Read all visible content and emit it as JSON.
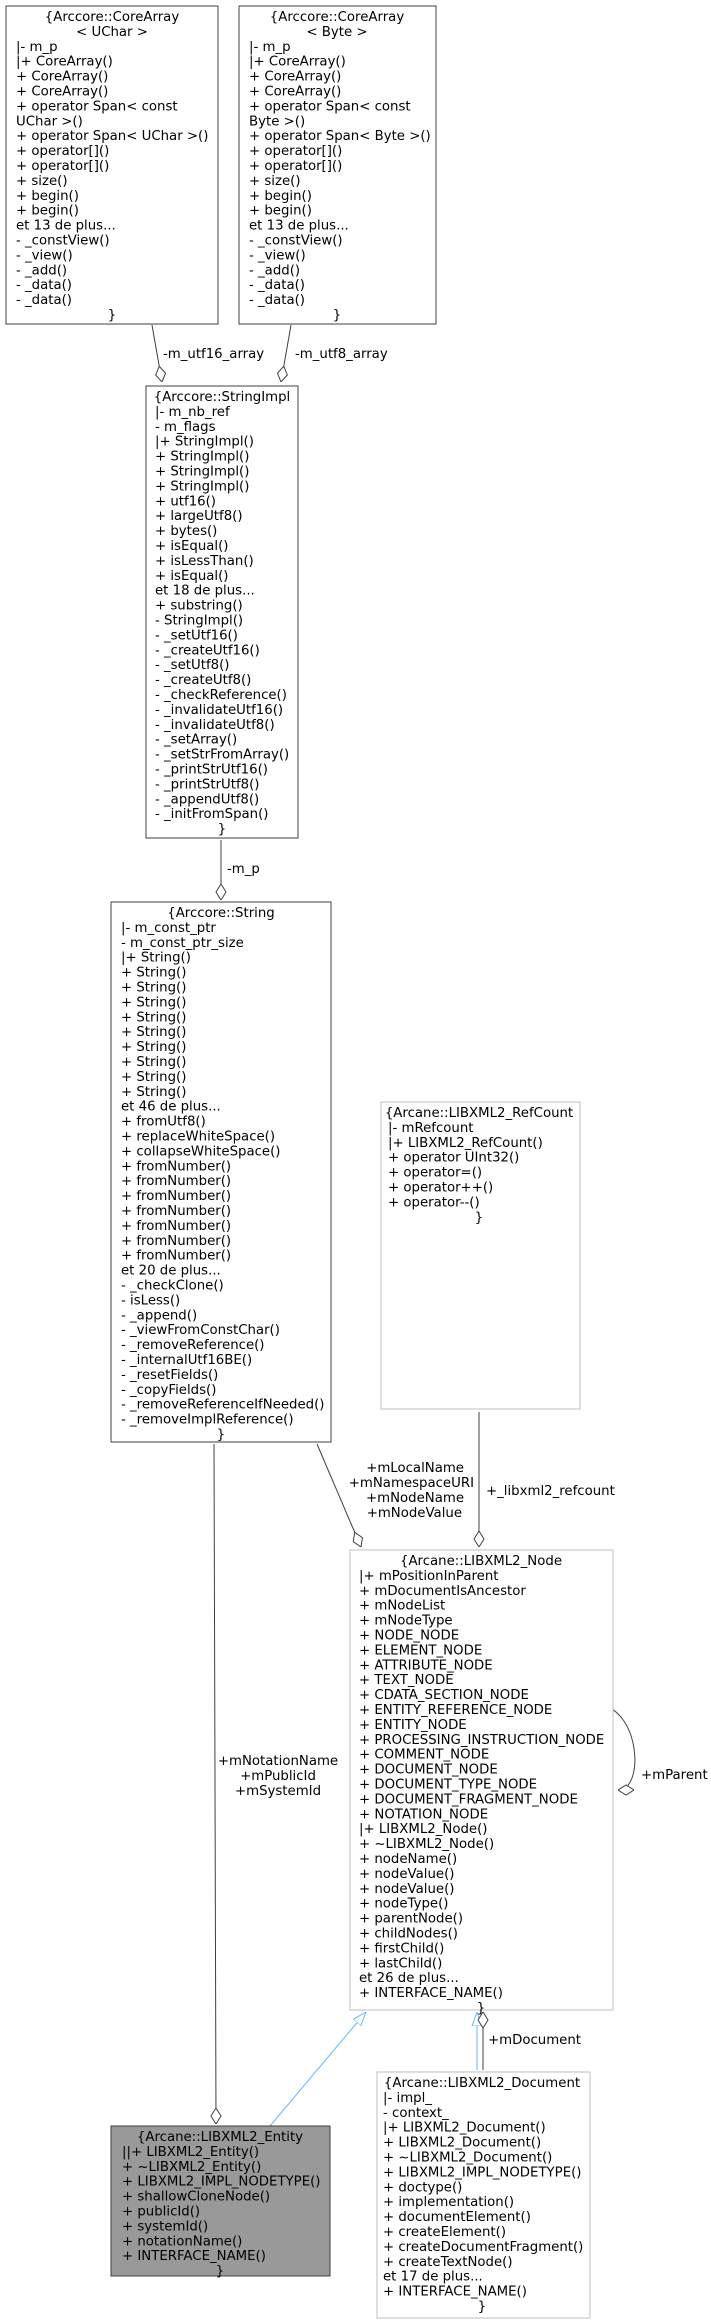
{
  "colors": {
    "node_border_dark": "#404040",
    "node_border_light": "#bfbfbf",
    "highlight_fill": "#999999",
    "inherit_edge": "#63b8ff",
    "assoc_edge": "#404040"
  },
  "nodes": {
    "corearray_uchar": {
      "lines": [
        "{Arccore::CoreArray",
        "< UChar >",
        "|- m_p",
        "|+ CoreArray()",
        "+ CoreArray()",
        "+ CoreArray()",
        "+ operator Span< const",
        "UChar >()",
        "+ operator Span< UChar >()",
        "+ operator[]()",
        "+ operator[]()",
        "+ size()",
        "+ begin()",
        "+ begin()",
        "et 13 de plus...",
        "- _constView()",
        "- _view()",
        "- _add()",
        "- _data()",
        "- _data()",
        "}"
      ]
    },
    "corearray_byte": {
      "lines": [
        "{Arccore::CoreArray",
        "< Byte >",
        "|- m_p",
        "|+ CoreArray()",
        "+ CoreArray()",
        "+ CoreArray()",
        "+ operator Span< const",
        "Byte >()",
        "+ operator Span< Byte >()",
        "+ operator[]()",
        "+ operator[]()",
        "+ size()",
        "+ begin()",
        "+ begin()",
        "et 13 de plus...",
        "- _constView()",
        "- _view()",
        "- _add()",
        "- _data()",
        "- _data()",
        "}"
      ]
    },
    "stringimpl": {
      "lines": [
        "{Arccore::StringImpl",
        "|- m_nb_ref",
        "- m_flags",
        "|+ StringImpl()",
        "+ StringImpl()",
        "+ StringImpl()",
        "+ StringImpl()",
        "+ utf16()",
        "+ largeUtf8()",
        "+ bytes()",
        "+ isEqual()",
        "+ isLessThan()",
        "+ isEqual()",
        "et 18 de plus...",
        "+ substring()",
        "- StringImpl()",
        "- _setUtf16()",
        "- _createUtf16()",
        "- _setUtf8()",
        "- _createUtf8()",
        "- _checkReference()",
        "- _invalidateUtf16()",
        "- _invalidateUtf8()",
        "- _setArray()",
        "- _setStrFromArray()",
        "- _printStrUtf16()",
        "- _printStrUtf8()",
        "- _appendUtf8()",
        "- _initFromSpan()",
        "}"
      ]
    },
    "string": {
      "lines": [
        "{Arccore::String",
        "|- m_const_ptr",
        "- m_const_ptr_size",
        "|+ String()",
        "+ String()",
        "+ String()",
        "+ String()",
        "+ String()",
        "+ String()",
        "+ String()",
        "+ String()",
        "+ String()",
        "+ String()",
        "et 46 de plus...",
        "+ fromUtf8()",
        "+ replaceWhiteSpace()",
        "+ collapseWhiteSpace()",
        "+ fromNumber()",
        "+ fromNumber()",
        "+ fromNumber()",
        "+ fromNumber()",
        "+ fromNumber()",
        "+ fromNumber()",
        "+ fromNumber()",
        "et 20 de plus...",
        "- _checkClone()",
        "- isLess()",
        "- _append()",
        "- _viewFromConstChar()",
        "- _removeReference()",
        "- _internalUtf16BE()",
        "- _resetFields()",
        "- _copyFields()",
        "- _removeReferenceIfNeeded()",
        "- _removeImplReference()",
        "}"
      ]
    },
    "refcount": {
      "lines": [
        "{Arcane::LIBXML2_RefCount",
        "|- mRefcount",
        "|+ LIBXML2_RefCount()",
        "+ operator UInt32()",
        "+ operator=()",
        "+ operator++()",
        "+ operator--()",
        "}"
      ]
    },
    "node": {
      "lines": [
        "{Arcane::LIBXML2_Node",
        "|+ mPositionInParent",
        "+ mDocumentIsAncestor",
        "+ mNodeList",
        "+ mNodeType",
        "+ NODE_NODE",
        "+ ELEMENT_NODE",
        "+ ATTRIBUTE_NODE",
        "+ TEXT_NODE",
        "+ CDATA_SECTION_NODE",
        "+ ENTITY_REFERENCE_NODE",
        "+ ENTITY_NODE",
        "+ PROCESSING_INSTRUCTION_NODE",
        "+ COMMENT_NODE",
        "+ DOCUMENT_NODE",
        "+ DOCUMENT_TYPE_NODE",
        "+ DOCUMENT_FRAGMENT_NODE",
        "+ NOTATION_NODE",
        "|+ LIBXML2_Node()",
        "+ ~LIBXML2_Node()",
        "+ nodeName()",
        "+ nodeValue()",
        "+ nodeValue()",
        "+ nodeType()",
        "+ parentNode()",
        "+ childNodes()",
        "+ firstChild()",
        "+ lastChild()",
        "et 26 de plus...",
        "+ INTERFACE_NAME()",
        "}"
      ]
    },
    "entity": {
      "lines": [
        "{Arcane::LIBXML2_Entity",
        "||+ LIBXML2_Entity()",
        "+ ~LIBXML2_Entity()",
        "+ LIBXML2_IMPL_NODETYPE()",
        "+ shallowCloneNode()",
        "+ publicId()",
        "+ systemId()",
        "+ notationName()",
        "+ INTERFACE_NAME()",
        "}"
      ]
    },
    "document": {
      "lines": [
        "{Arcane::LIBXML2_Document",
        "|- impl_",
        "- context_",
        "|+ LIBXML2_Document()",
        "+ LIBXML2_Document()",
        "+ ~LIBXML2_Document()",
        "+ LIBXML2_IMPL_NODETYPE()",
        "+ doctype()",
        "+ implementation()",
        "+ documentElement()",
        "+ createElement()",
        "+ createDocumentFragment()",
        "+ createTextNode()",
        "et 17 de plus...",
        "+ INTERFACE_NAME()",
        "}"
      ]
    }
  },
  "edge_labels": {
    "utf16": "-m_utf16_array",
    "utf8": "-m_utf8_array",
    "mp": "-m_p",
    "refcount": "+_libxml2_refcount",
    "node_assoc": [
      "+mLocalName",
      "+mNamespaceURI",
      "+mNodeName",
      "+mNodeValue"
    ],
    "entity_assoc": [
      "+mNotationName",
      "+mPublicId",
      "+mSystemId"
    ],
    "parent": "+mParent",
    "document": "+mDocument"
  }
}
